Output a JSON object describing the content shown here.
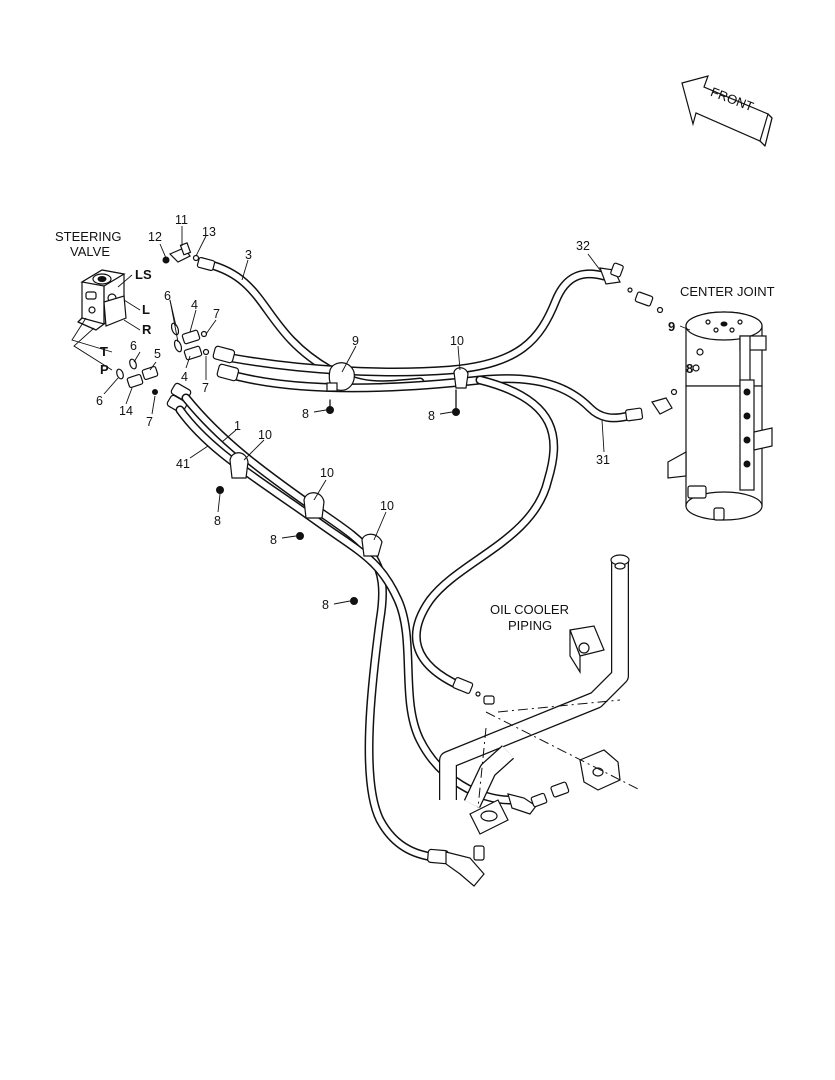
{
  "labels": {
    "steering_valve_1": "STEERING",
    "steering_valve_2": "VALVE",
    "center_joint": "CENTER JOINT",
    "oil_cooler_1": "OIL COOLER",
    "oil_cooler_2": "PIPING",
    "front": "FRONT"
  },
  "ports": {
    "ls": "LS",
    "l": "L",
    "r": "R",
    "t": "T",
    "p": "P",
    "cj_9": "9",
    "cj_8": "8"
  },
  "callouts": {
    "n11": "11",
    "n13": "13",
    "n12": "12",
    "n3": "3",
    "n6a": "6",
    "n4a": "4",
    "n7a": "7",
    "n6b": "6",
    "n5": "5",
    "n4b": "4",
    "n7b": "7",
    "n6c": "6",
    "n14": "14",
    "n7c": "7",
    "n9": "9",
    "n10a": "10",
    "n8a": "8",
    "n8b": "8",
    "n32": "32",
    "n31": "31",
    "n1": "1",
    "n41": "41",
    "n10b": "10",
    "n8c": "8",
    "n10c": "10",
    "n8d": "8",
    "n10d": "10",
    "n8e": "8"
  }
}
